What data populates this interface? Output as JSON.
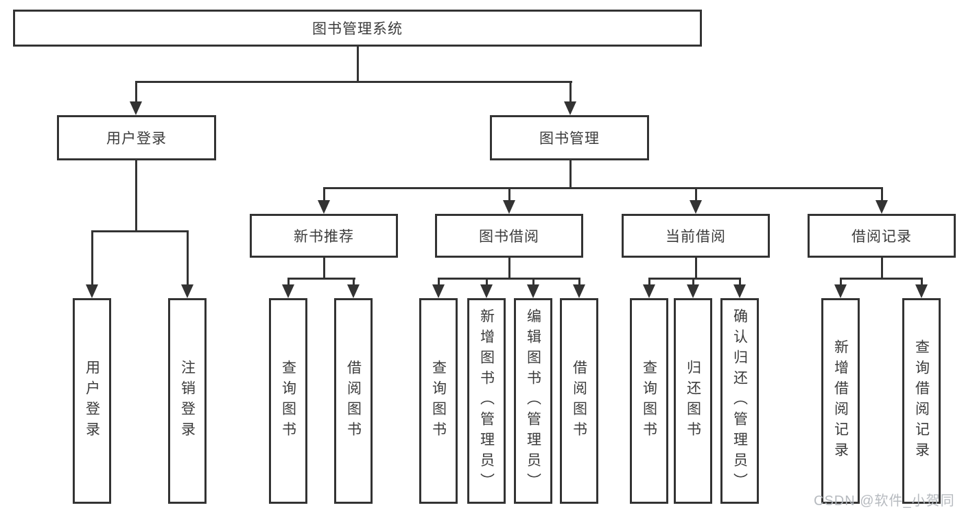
{
  "diagram": {
    "nodes": {
      "root": {
        "label": "图书管理系统"
      },
      "user_login": {
        "label": "用户登录"
      },
      "book_mgmt": {
        "label": "图书管理"
      },
      "new_book_rec": {
        "label": "新书推荐"
      },
      "book_borrow": {
        "label": "图书借阅"
      },
      "current_borrow": {
        "label": "当前借阅"
      },
      "borrow_records": {
        "label": "借阅记录"
      }
    },
    "leaves": {
      "user_login": [
        "用户登录",
        "注销登录"
      ],
      "new_book_rec": [
        "查询图书",
        "借阅图书"
      ],
      "book_borrow": [
        "查询图书",
        "新增图书（管理员）",
        "编辑图书（管理员）",
        "借阅图书"
      ],
      "current_borrow": [
        "查询图书",
        "归还图书",
        "确认归还（管理员）"
      ],
      "borrow_records": [
        "新增借阅记录",
        "查询借阅记录"
      ]
    },
    "watermark": "CSDN @软件_小贺同学",
    "colors": {
      "line": "#333333",
      "border": "#333333",
      "text": "#3b3b3b",
      "watermark": "#b3b7bc",
      "background": "#ffffff"
    }
  }
}
